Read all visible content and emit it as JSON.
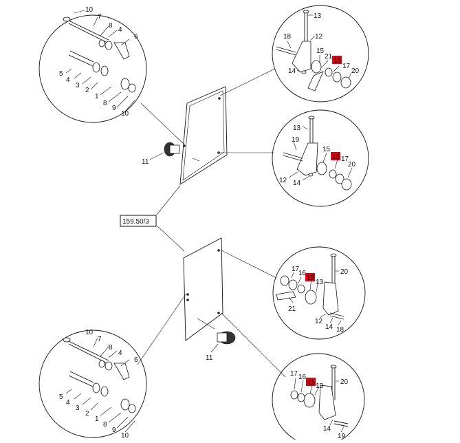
{
  "reference": "159.50/3",
  "highlight_color": "#e2000f",
  "top_left_circle": {
    "labels": [
      "10",
      "7",
      "8",
      "4",
      "6",
      "5",
      "4",
      "3",
      "2",
      "1",
      "8",
      "9",
      "10"
    ]
  },
  "bottom_left_circle": {
    "labels": [
      "10",
      "7",
      "8",
      "4",
      "6",
      "5",
      "4",
      "3",
      "2",
      "1",
      "8",
      "9",
      "10"
    ]
  },
  "top_right_circle": {
    "labels": [
      "13",
      "18",
      "12",
      "15",
      "21",
      "16",
      "17",
      "14",
      "20"
    ]
  },
  "mid_right_circle": {
    "labels": [
      "13",
      "19",
      "15",
      "16",
      "17",
      "20",
      "12",
      "14"
    ]
  },
  "lower_right_circle": {
    "labels": [
      "20",
      "17",
      "16",
      "15",
      "13",
      "21",
      "12",
      "14",
      "18"
    ]
  },
  "bottom_right_circle": {
    "labels": [
      "20",
      "17",
      "16",
      "15",
      "13",
      "14",
      "19"
    ]
  },
  "mount_top_label": "11",
  "mount_bottom_label": "11"
}
